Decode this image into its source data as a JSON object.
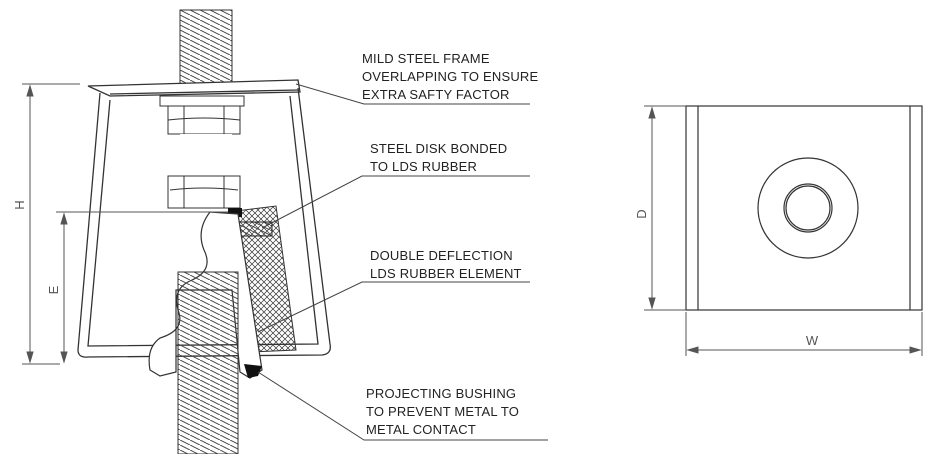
{
  "callouts": {
    "frame": [
      "MILD STEEL FRAME",
      "OVERLAPPING TO ENSURE",
      "EXTRA SAFTY FACTOR"
    ],
    "disk": [
      "STEEL DISK BONDED",
      "TO LDS RUBBER"
    ],
    "rubber": [
      "DOUBLE DEFLECTION",
      "LDS RUBBER ELEMENT"
    ],
    "bushing": [
      "PROJECTING BUSHING",
      "TO PREVENT METAL TO",
      "METAL CONTACT"
    ]
  },
  "dimensions": {
    "height": "H",
    "e": "E",
    "depth": "D",
    "width": "W"
  }
}
